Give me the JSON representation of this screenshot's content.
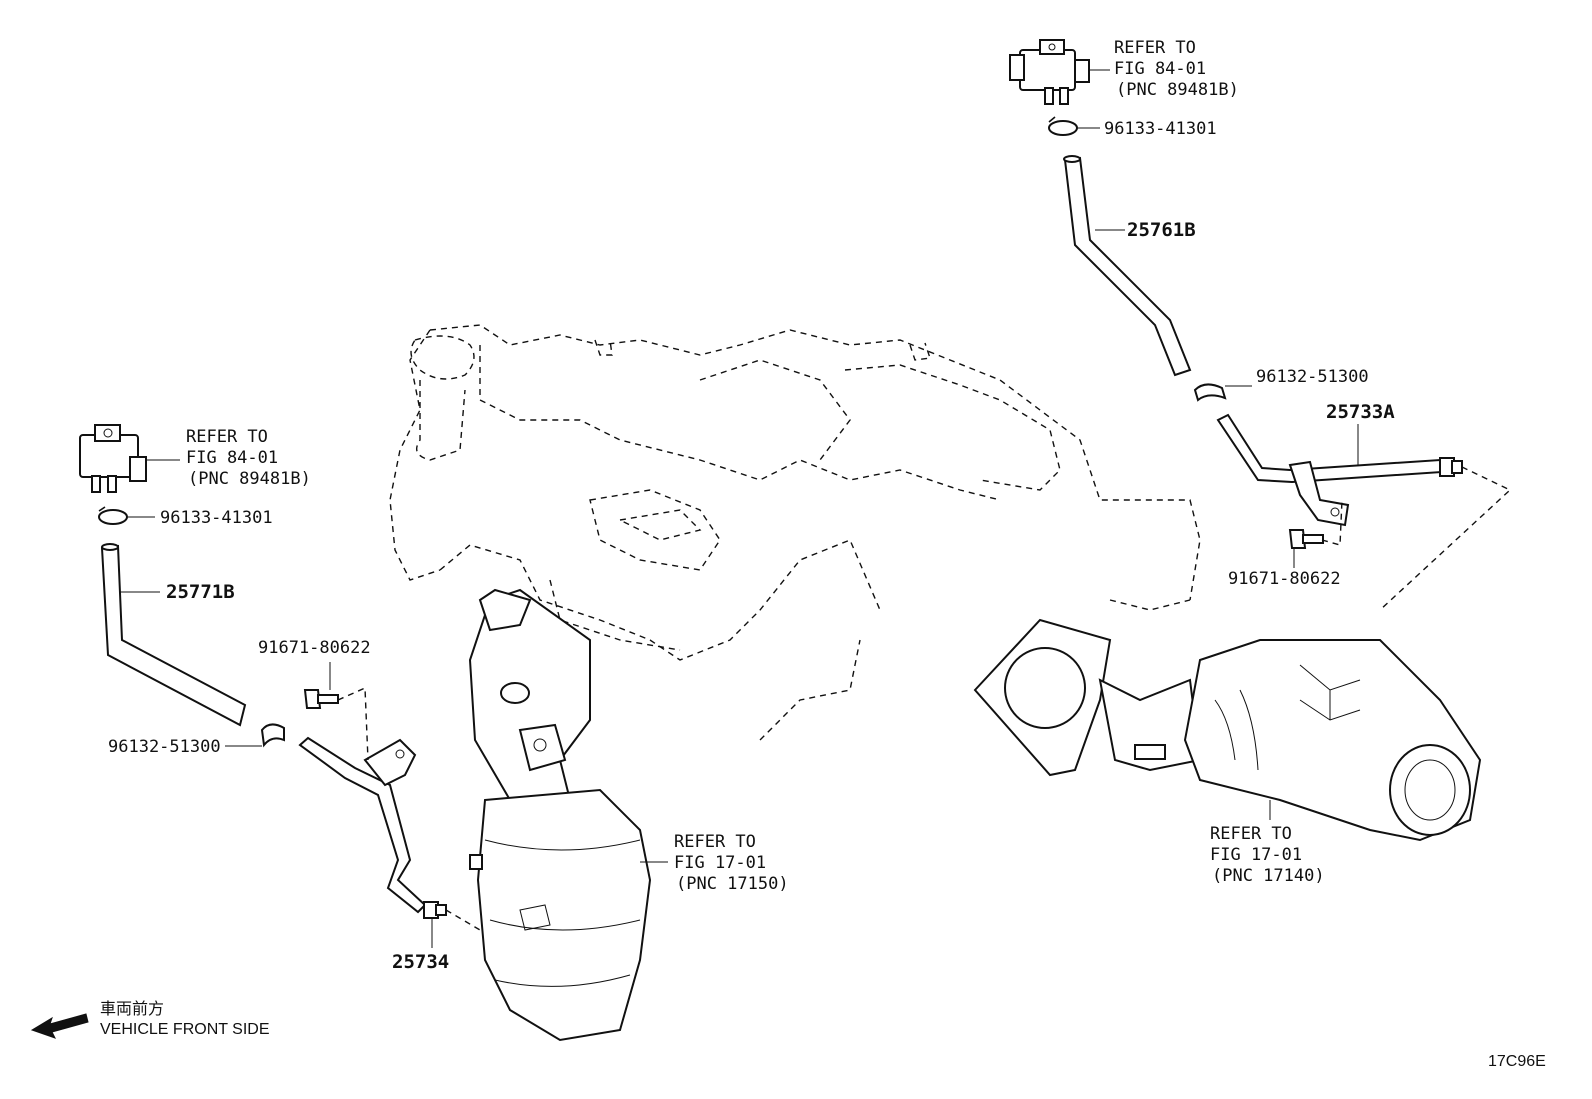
{
  "callouts": {
    "ref_84_top": [
      "REFER TO",
      "FIG 84-01",
      "(PNC 89481B)"
    ],
    "ref_84_left": [
      "REFER TO",
      "FIG 84-01",
      "(PNC 89481B)"
    ],
    "ref_17_left": [
      "REFER TO",
      "FIG 17-01",
      "(PNC 17150)"
    ],
    "ref_17_right": [
      "REFER TO",
      "FIG 17-01",
      "(PNC 17140)"
    ]
  },
  "parts": {
    "clip_top": "96133-41301",
    "clip_left": "96133-41301",
    "hose_right": "25761B",
    "hose_left": "25771B",
    "clamp_right": "96132-51300",
    "clamp_left": "96132-51300",
    "pipe_right": "25733A",
    "pipe_left": "25734",
    "bolt_right": "91671-80622",
    "bolt_left": "91671-80622"
  },
  "legend": {
    "jp": "車両前方",
    "en": "VEHICLE FRONT SIDE"
  },
  "figure_code": "17C96E"
}
